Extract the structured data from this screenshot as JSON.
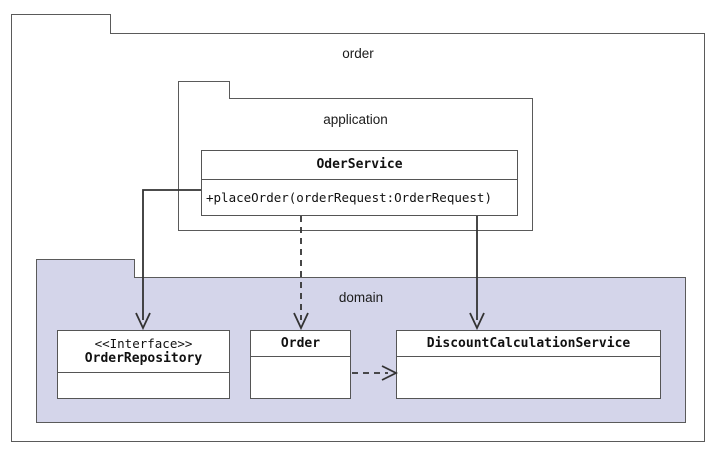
{
  "diagram": {
    "title": "order package UML class diagram",
    "colors": {
      "domain_fill": "#d4d5ea",
      "package_stroke": "#5a5a5a",
      "class_stroke": "#555555",
      "class_fill": "#ffffff",
      "connector": "#333333",
      "background": "#ffffff"
    }
  },
  "packages": {
    "order": {
      "label": "order"
    },
    "application": {
      "label": "application"
    },
    "domain": {
      "label": "domain"
    }
  },
  "classes": {
    "oder_service": {
      "name": "OderService",
      "stereotype": "",
      "operations": [
        "+placeOrder(orderRequest:OrderRequest)"
      ],
      "attributes": []
    },
    "order_repository": {
      "name": "OrderRepository",
      "stereotype": "<<Interface>>",
      "operations": [
        ""
      ],
      "attributes": []
    },
    "order": {
      "name": "Order",
      "stereotype": "",
      "operations": [
        ""
      ],
      "attributes": []
    },
    "discount_calculation_service": {
      "name": "DiscountCalculationService",
      "stereotype": "",
      "operations": [
        ""
      ],
      "attributes": []
    }
  },
  "connectors": [
    {
      "id": "oderservice-to-orderrepository",
      "from": "OderService",
      "to": "OrderRepository",
      "style": "solid",
      "arrow": "open",
      "label": ""
    },
    {
      "id": "oderservice-to-order",
      "from": "OderService",
      "to": "Order",
      "style": "dashed",
      "arrow": "open",
      "label": ""
    },
    {
      "id": "oderservice-to-discount",
      "from": "OderService",
      "to": "DiscountCalculationService",
      "style": "solid",
      "arrow": "open",
      "label": ""
    },
    {
      "id": "order-to-discount",
      "from": "Order",
      "to": "DiscountCalculationService",
      "style": "dashed",
      "arrow": "open",
      "label": ""
    }
  ]
}
